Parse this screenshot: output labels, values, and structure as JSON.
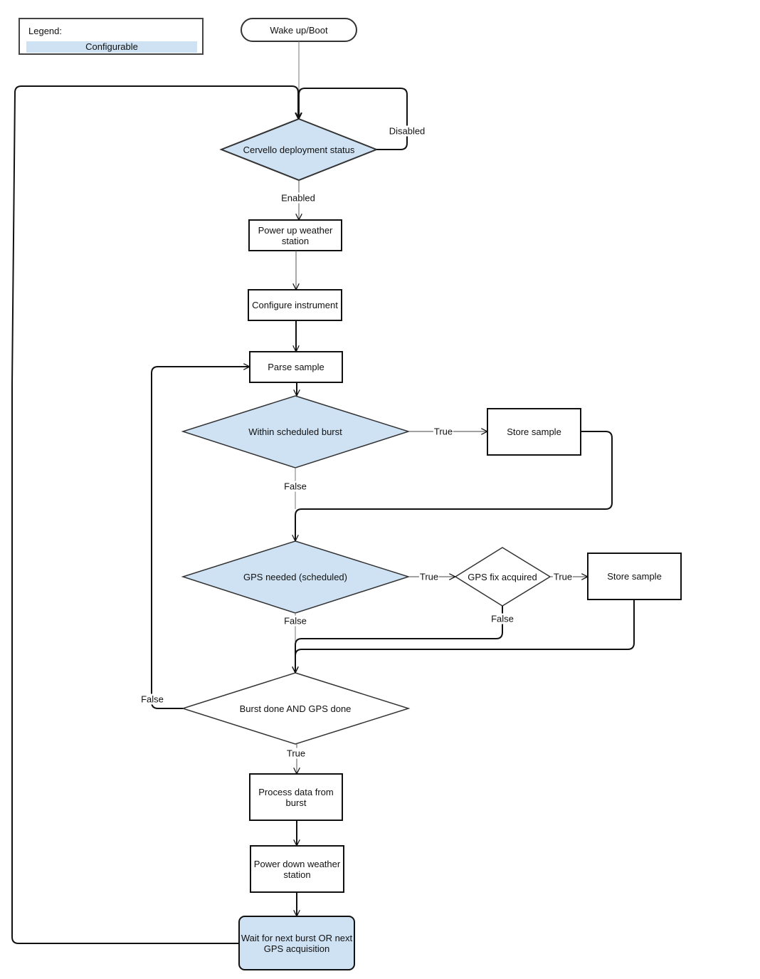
{
  "legend": {
    "title": "Legend:",
    "configurable": "Configurable"
  },
  "colors": {
    "configurable_fill": "#cfe2f3",
    "default_fill": "#ffffff",
    "stroke": "#111111"
  },
  "nodes": {
    "wake": "Wake up/Boot",
    "deployment": "Cervello deployment status",
    "power_up": "Power up weather station",
    "configure": "Configure instrument",
    "parse": "Parse sample",
    "within_burst": "Within scheduled burst",
    "store_sample_1": "Store sample",
    "gps_needed": "GPS needed (scheduled)",
    "gps_fix": "GPS fix acquired",
    "store_sample_2": "Store sample",
    "burst_done": "Burst done AND GPS done",
    "process": "Process data from burst",
    "power_down": "Power down weather station",
    "wait": "Wait for next burst OR next GPS acquisition"
  },
  "edge_labels": {
    "disabled": "Disabled",
    "enabled": "Enabled",
    "within_true": "True",
    "within_false": "False",
    "gps_true": "True",
    "gps_false": "False",
    "fix_true": "True",
    "fix_false": "False",
    "burst_false": "False",
    "burst_true": "True"
  }
}
